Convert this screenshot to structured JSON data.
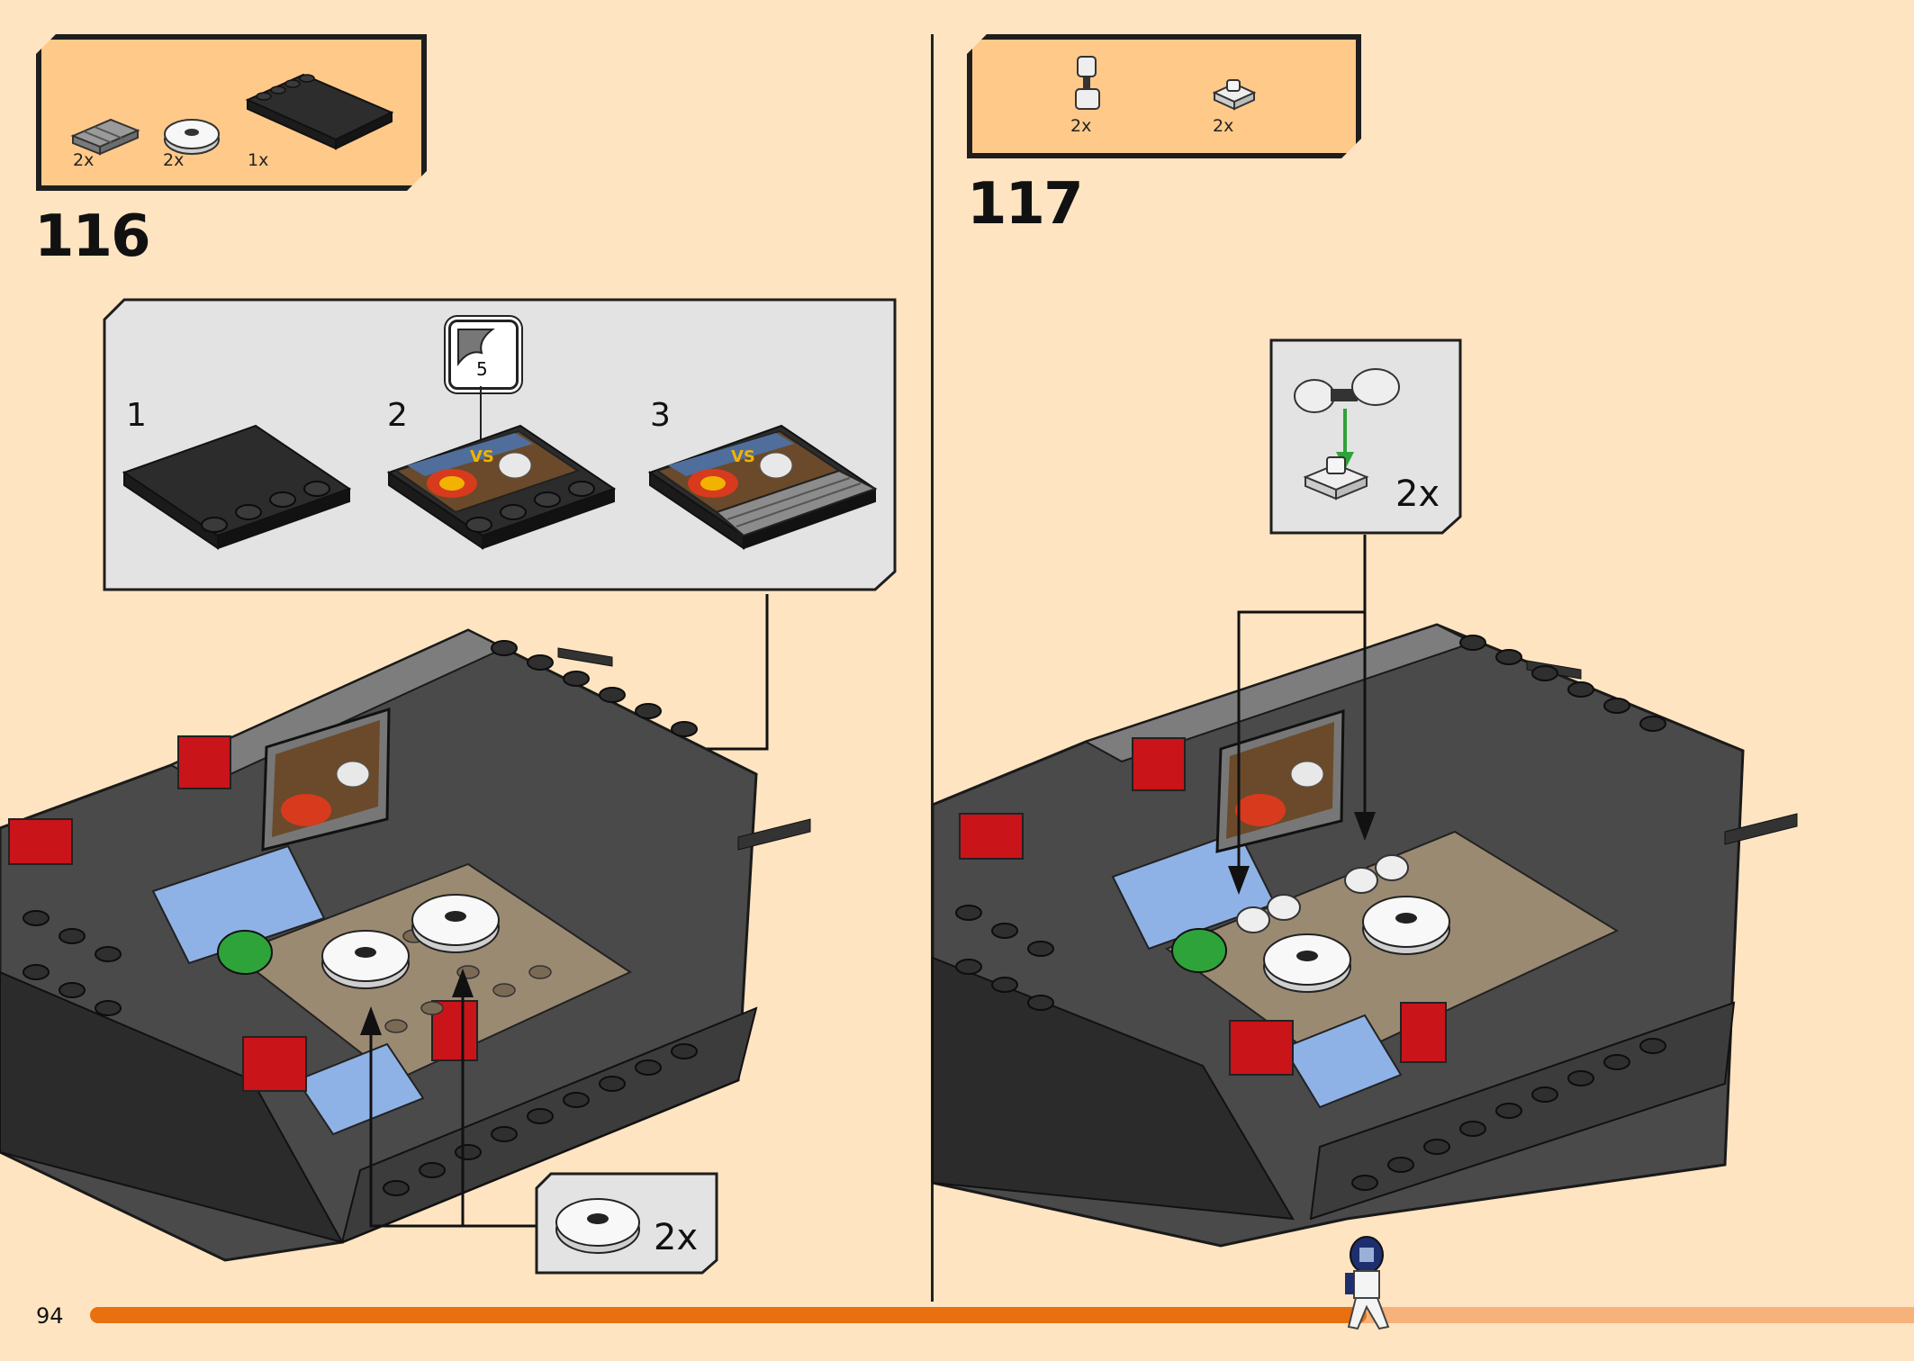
{
  "page": {
    "number": "94"
  },
  "step116": {
    "number": "116",
    "parts": [
      {
        "name": "grey-grille-tile-icon",
        "qty": "2x"
      },
      {
        "name": "white-round-tile-icon",
        "qty": "2x"
      },
      {
        "name": "black-plate-4x4-icon",
        "qty": "1x"
      }
    ],
    "subassembly": {
      "steps": [
        "1",
        "2",
        "3"
      ],
      "sticker_number": "5",
      "sticker_text": "VS"
    },
    "callout_qty": "2x"
  },
  "step117": {
    "number": "117",
    "parts": [
      {
        "name": "white-clip-assembly-icon",
        "qty": "2x"
      },
      {
        "name": "white-clip-plate-icon",
        "qty": "2x"
      }
    ],
    "callout_qty": "2x"
  },
  "colors": {
    "background": "#ffe4c2",
    "parts_box": "#ffc98a",
    "callout_grey": "#e3e3e3",
    "progress_done": "#e8700f",
    "progress_todo": "#f6b27a"
  },
  "progress": {
    "fraction": 0.7
  }
}
